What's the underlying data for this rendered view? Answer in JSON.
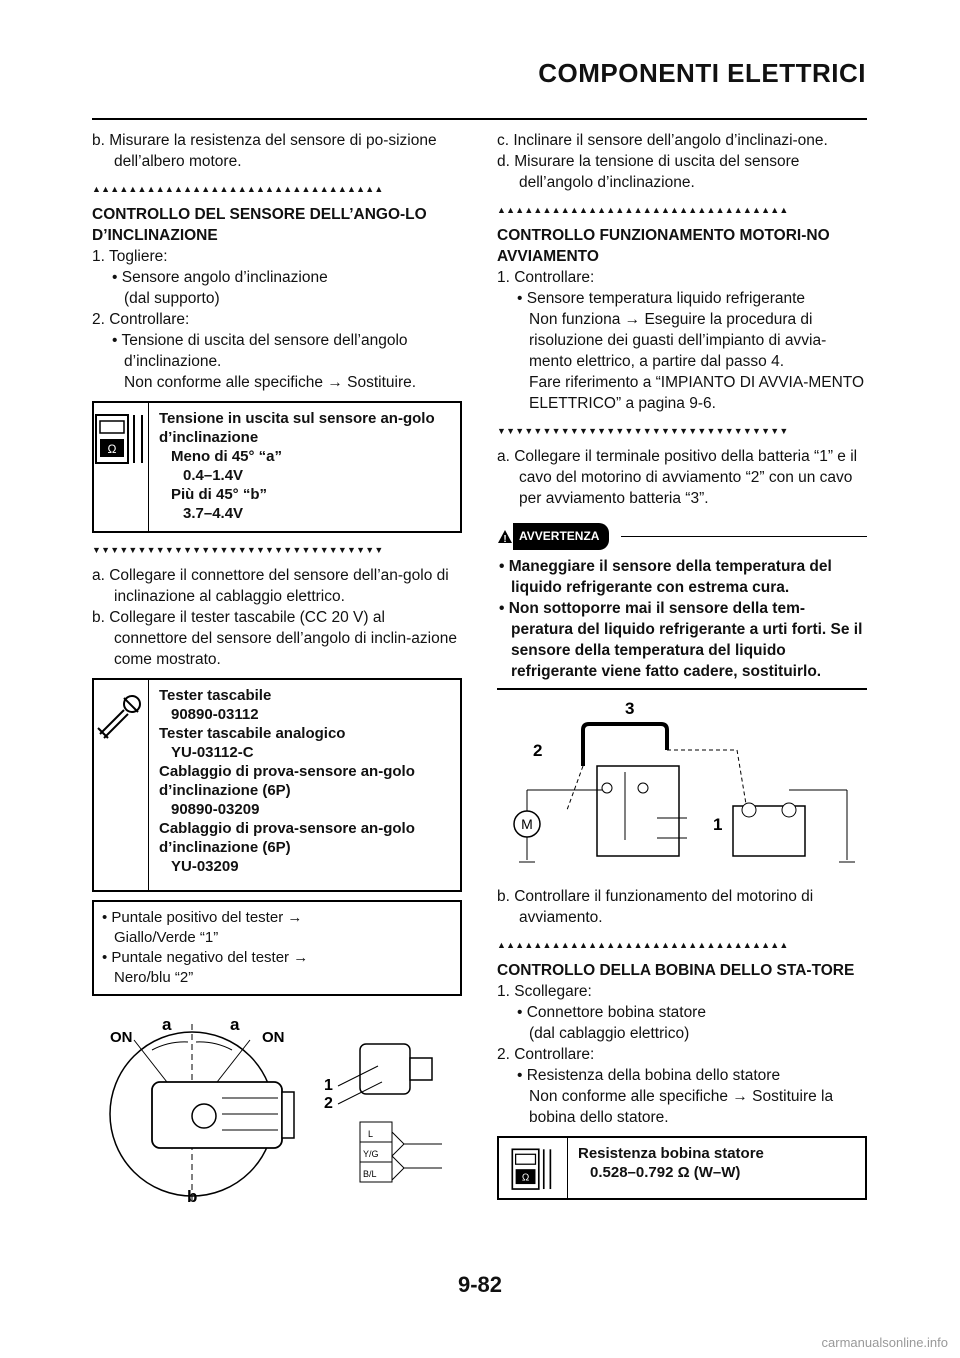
{
  "header": {
    "title": "COMPONENTI ELETTRICI"
  },
  "left": {
    "b_step": "b. Misurare la resistenza del sensore di po-sizione dell’albero motore.",
    "tri_up": "▲▲▲▲▲▲▲▲▲▲▲▲▲▲▲▲▲▲▲▲▲▲▲▲▲▲▲▲▲▲▲▲",
    "section_title": "CONTROLLO DEL SENSORE DELL’ANGO-LO D’INCLINAZIONE",
    "s1": "1. Togliere:",
    "s1_b1": "• Sensore angolo d’inclinazione",
    "s1_b1b": "(dal supporto)",
    "s2": "2. Controllare:",
    "s2_b1": "• Tensione di uscita del sensore dell’angolo d’inclinazione.",
    "s2_b1b": "Non conforme alle specifiche → Sostituire.",
    "spec_title": "Tensione in uscita sul sensore an-golo d’inclinazione",
    "spec_a_label": "Meno di 45° “a”",
    "spec_a_val": "0.4–1.4V",
    "spec_b_label": "Più di 45° “b”",
    "spec_b_val": "3.7–4.4V",
    "tri_down": "▼▼▼▼▼▼▼▼▼▼▼▼▼▼▼▼▼▼▼▼▼▼▼▼▼▼▼▼▼▼▼▼",
    "sa": "a. Collegare il connettore del sensore dell’an-golo di inclinazione al cablaggio elettrico.",
    "sb": "b. Collegare il tester tascabile (CC 20 V) al connettore del sensore dell’angolo di inclin-azione come mostrato.",
    "tools": [
      "Tester tascabile",
      "90890-03112",
      "Tester tascabile analogico",
      "YU-03112-C",
      "Cablaggio di prova-sensore an-golo d’inclinazione (6P)",
      "90890-03209",
      "Cablaggio di prova-sensore an-golo d’inclinazione (6P)",
      "YU-03209"
    ],
    "probe1": "• Puntale positivo del tester →",
    "probe1b": "Giallo/Verde “1”",
    "probe2": "• Puntale negativo del tester →",
    "probe2b": "Nero/blu “2”",
    "fig": {
      "on_l": "ON",
      "on_r": "ON",
      "a1": "a",
      "a2": "a",
      "b": "b",
      "n1": "1",
      "n2": "2",
      "w1": "L",
      "w2": "Y/G",
      "w3": "B/L"
    }
  },
  "right": {
    "sc": "c. Inclinare il sensore dell’angolo d’inclinazi-one.",
    "sd": "d. Misurare la tensione di uscita del sensore dell’angolo d’inclinazione.",
    "tri_up": "▲▲▲▲▲▲▲▲▲▲▲▲▲▲▲▲▲▲▲▲▲▲▲▲▲▲▲▲▲▲▲▲",
    "section_title": "CONTROLLO FUNZIONAMENTO MOTORI-NO AVVIAMENTO",
    "s1": "1. Controllare:",
    "s1_b1": "• Sensore temperatura liquido refrigerante",
    "s1_b1b": "Non funziona → Eseguire la procedura di risoluzione dei guasti dell’impianto di avvia-mento elettrico, a partire dal passo 4.",
    "s1_b1c": "Fare riferimento a “IMPIANTO DI AVVIA-MENTO ELETTRICO” a pagina 9-6.",
    "tri_down": "▼▼▼▼▼▼▼▼▼▼▼▼▼▼▼▼▼▼▼▼▼▼▼▼▼▼▼▼▼▼▼▼",
    "sa": "a. Collegare il terminale positivo della batteria “1” e il cavo del motorino di avviamento “2” con un cavo per avviamento batteria “3”.",
    "warning_label": "AVVERTENZA",
    "warn1": "• Maneggiare il sensore della temperatura del liquido refrigerante con estrema cura.",
    "warn2": "• Non sottoporre mai il sensore della tem-peratura del liquido refrigerante a urti forti. Se il sensore della temperatura del liquido refrigerante viene fatto cadere, sostituirlo.",
    "fig": {
      "n1": "1",
      "n2": "2",
      "n3": "3",
      "m": "M"
    },
    "sb": "b. Controllare il funzionamento del motorino di avviamento.",
    "tri_up2": "▲▲▲▲▲▲▲▲▲▲▲▲▲▲▲▲▲▲▲▲▲▲▲▲▲▲▲▲▲▲▲▲",
    "section2_title": "CONTROLLO DELLA BOBINA DELLO STA-TORE",
    "t1": "1. Scollegare:",
    "t1_b1": "• Connettore bobina statore",
    "t1_b1b": "(dal cablaggio elettrico)",
    "t2": "2. Controllare:",
    "t2_b1": "• Resistenza della bobina dello statore",
    "t2_b1b": "Non conforme alle specifiche → Sostituire la bobina dello statore.",
    "spec2_title": "Resistenza bobina statore",
    "spec2_val": "0.528–0.792 Ω (W–W)"
  },
  "footer": {
    "page": "9-82",
    "watermark": "carmanualsonline.info"
  }
}
